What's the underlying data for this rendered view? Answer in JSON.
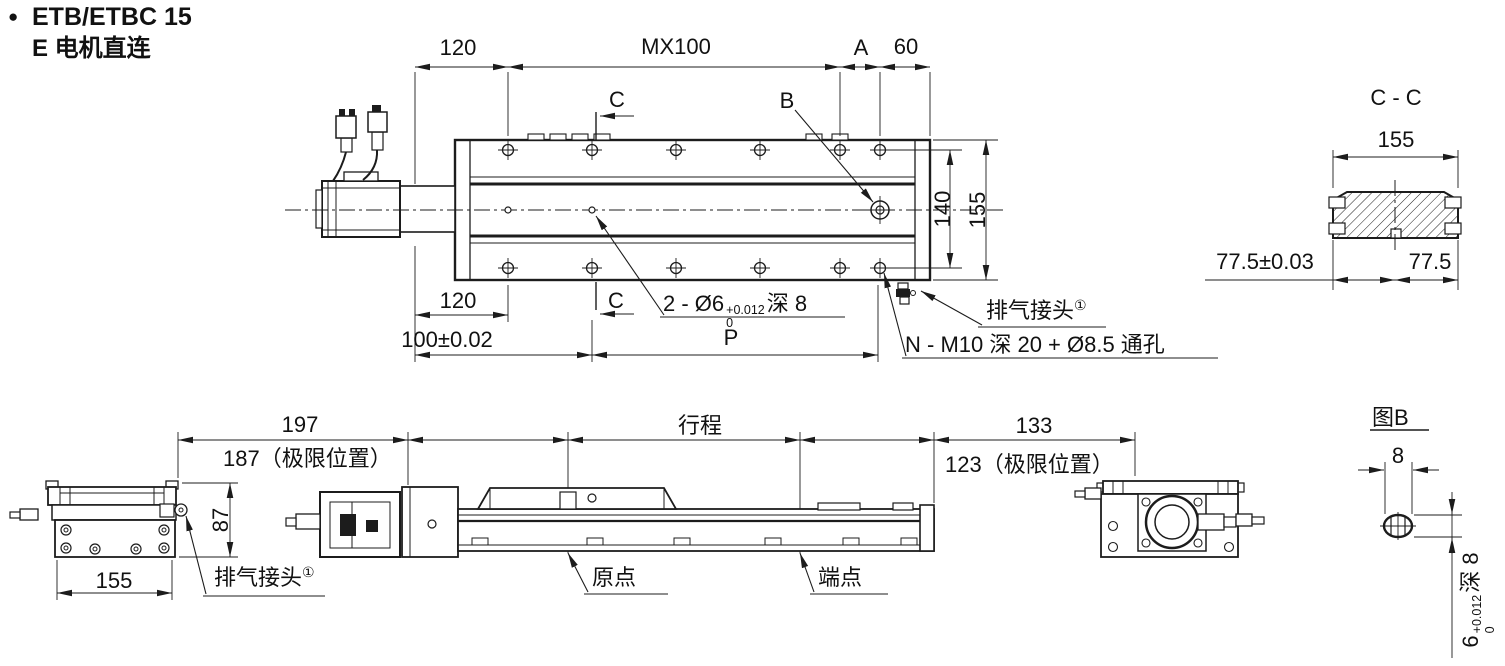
{
  "title": {
    "bullet": "●",
    "line1": "ETB/ETBC 15",
    "line2": "E 电机直连"
  },
  "top_view": {
    "dim_120_top": "120",
    "dim_mx100": "MX100",
    "dim_A": "A",
    "dim_60": "60",
    "section_label_top": "C",
    "detail_label_b": "B",
    "dim_140": "140",
    "dim_155": "155",
    "dim_120_bottom": "120",
    "section_label_bottom": "C",
    "pin_hole_prefix": "2 - Ø6",
    "pin_hole_tol_upper": "+0.012",
    "pin_hole_tol_lower": "0",
    "pin_hole_suffix": "深 8",
    "dim_100": "100±0.02",
    "dim_P": "P",
    "exhaust_label": "排气接头",
    "exhaust_note_ref": "①",
    "mount_hole_label": "N - M10 深 20 + Ø8.5 通孔"
  },
  "section_cc": {
    "title": "C - C",
    "dim_155": "155",
    "dim_775_left": "77.5±0.03",
    "dim_775_right": "77.5"
  },
  "side_view": {
    "dim_197": "197",
    "dim_187": "187（极限位置）",
    "dim_stroke": "行程",
    "dim_133": "133",
    "dim_123": "123（极限位置）",
    "dim_155": "155",
    "dim_87": "87",
    "exhaust_label": "排气接头",
    "exhaust_note_ref": "①",
    "origin_label": "原点",
    "end_label": "端点"
  },
  "detail_b": {
    "title": "图B",
    "dim_8": "8",
    "slot_prefix": "6",
    "slot_tol_upper": "+0.012",
    "slot_tol_lower": "0",
    "slot_suffix": "深 8"
  }
}
